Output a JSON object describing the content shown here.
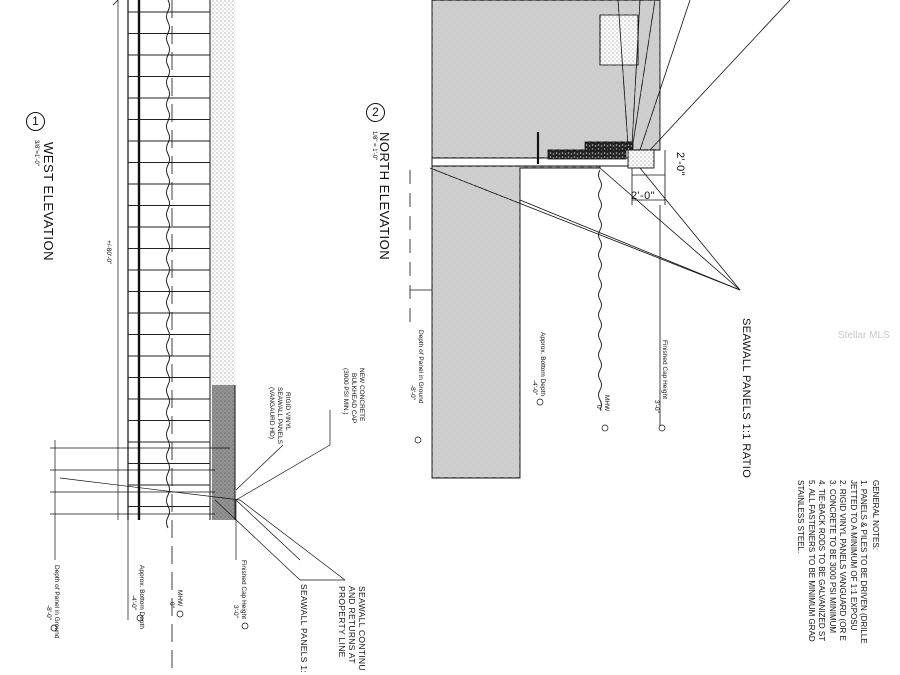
{
  "views": {
    "west": {
      "number": "1",
      "title": "WEST ELEVATION",
      "scale": "3/8\"=1'-0\"",
      "length_dim": "+/-80'-0\""
    },
    "north": {
      "number": "2",
      "title": "NORTH ELEVATION",
      "scale": "1/8\" = 1'-0\""
    }
  },
  "west_labels": {
    "bulkhead_cap": [
      "NEW CONCRETE",
      "BULKHEAD CAP",
      "(3000 PSI MIN.)"
    ],
    "vinyl_panels": [
      "RIGID VINYL",
      "SEAWALL PANELS",
      "(VANGAURD HD)"
    ],
    "seawall_continues": [
      "SEAWALL CONTINU",
      "AND RETURNS AT",
      "PROPERTY LINE"
    ],
    "seawall_ratio": "SEAWALL PANELS 1:",
    "depth_panel": "Depth of Panel in Ground",
    "depth_panel_val": "-8'-0\"",
    "bottom_depth": "Approx. Bottom Depth",
    "bottom_depth_val": "-4'-0\"",
    "mhw": "MHW",
    "mhw_val": "0\"",
    "cap_height": "Finished Cap Height",
    "cap_height_val": "3'-0\""
  },
  "north_labels": {
    "dim_a": "2'-0\"",
    "dim_b": "2'-0\"",
    "seawall_ratio": "SEAWALL PANELS 1:1 RATIO",
    "depth_panel": "Depth of Panel in Ground",
    "depth_panel_val": "-8'-0\"",
    "bottom_depth": "Approx. Bottom Depth",
    "bottom_depth_val": "-4'-0\"",
    "mhw": "MHW",
    "mhw_val": "0\"",
    "cap_height": "Finished Cap Height",
    "cap_height_val": "3'-0\""
  },
  "general_notes": {
    "heading": "GENERAL NOTES:",
    "items": [
      "1.  PANELS & PILES TO BE DRIVEN (DRILLE",
      "     JETTED TO A MINIMUM OF 1:1 EXPOSU",
      "2.  RIGID VINYL PANELS VANGUARD (OR E",
      "3.  CONCRETE TO BE 3000 PSI MINIMUM",
      "4.  TIE-BACK RODS TO BE GALVANIZED ST",
      "5.  ALL FASTENERS TO BE MINIMUM GRAD",
      "     STAINLESS STEEL."
    ]
  },
  "watermark": "Stellar MLS",
  "colors": {
    "ink": "#111111",
    "paper": "#ffffff",
    "hatch": "#8a8a8a"
  }
}
